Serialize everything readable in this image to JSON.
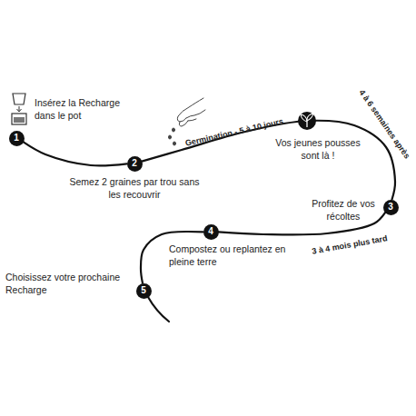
{
  "diagram": {
    "nodes": [
      {
        "text": [
          "1"
        ]
      },
      {
        "text": [
          "2"
        ]
      },
      {
        "text": [
          "3"
        ]
      },
      {
        "text": [
          "4"
        ]
      },
      {
        "text": [
          "5"
        ]
      }
    ],
    "edges": [
      {
        "from": 0,
        "to": 1,
        "arrow": "none"
      },
      {
        "from": 1,
        "to": 2,
        "arrow": "none",
        "label": "Germination - 5 à 10 jours"
      },
      {
        "from": 2,
        "to": 3,
        "arrow": "none",
        "label": "3 à 4 mois plus tard"
      },
      {
        "from": 3,
        "to": 4,
        "arrow": "none"
      }
    ],
    "labels": [
      "Insérez la Recharge dans le pot",
      "Semez 2 graines par trou sans les recouvrir",
      "Vos jeunes pousses sont là !",
      "4 à 6 semaines après",
      "Profitez de vos récoltes",
      "Compostez ou replantez en pleine terre",
      "Choisissez votre prochaine Recharge"
    ]
  }
}
